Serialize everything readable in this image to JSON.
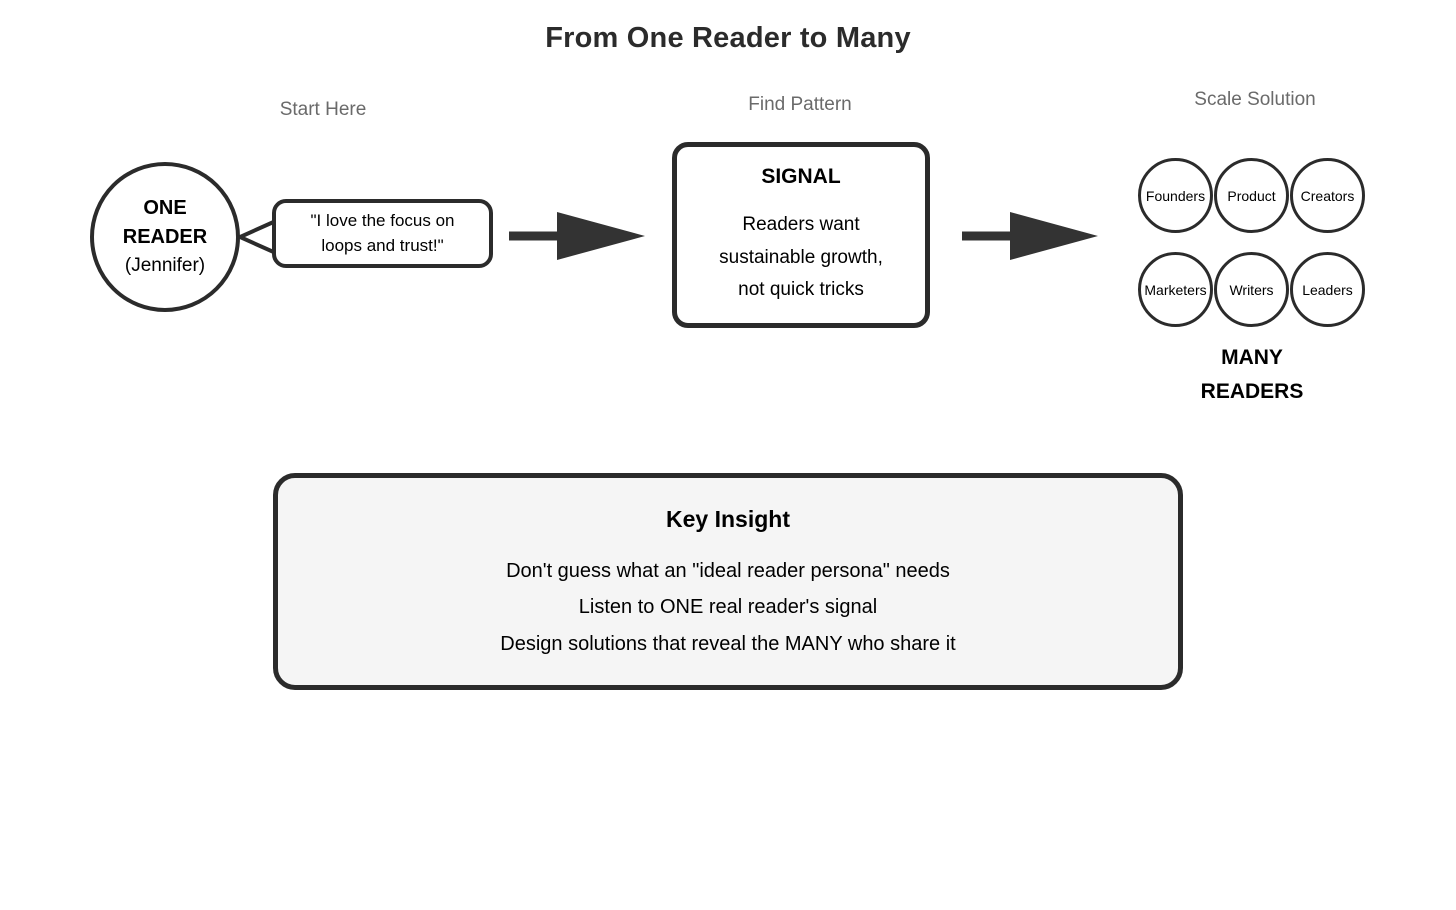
{
  "title": "From One Reader to Many",
  "colors": {
    "stroke": "#2b2b2b",
    "text": "#000000",
    "label_gray": "#6a6a6a",
    "panel_fill": "#f5f5f5",
    "background": "#ffffff"
  },
  "stages": {
    "start_label": "Start Here",
    "find_label": "Find Pattern",
    "scale_label": "Scale Solution"
  },
  "one_reader": {
    "line1": "ONE",
    "line2": "READER",
    "line3": "(Jennifer)"
  },
  "quote": {
    "line1": "\"I love the focus on",
    "line2": "loops and trust!\""
  },
  "signal": {
    "title": "SIGNAL",
    "line1": "Readers want",
    "line2": "sustainable growth,",
    "line3": "not quick tricks"
  },
  "audience": {
    "row1": [
      "Founders",
      "Product",
      "Creators"
    ],
    "row2": [
      "Marketers",
      "Writers",
      "Leaders"
    ],
    "caption_line1": "MANY",
    "caption_line2": "READERS"
  },
  "insight": {
    "title": "Key Insight",
    "line1": "Don't guess what an \"ideal reader persona\" needs",
    "line2": "Listen to ONE real reader's signal",
    "line3": "Design solutions that reveal the MANY who share it"
  }
}
